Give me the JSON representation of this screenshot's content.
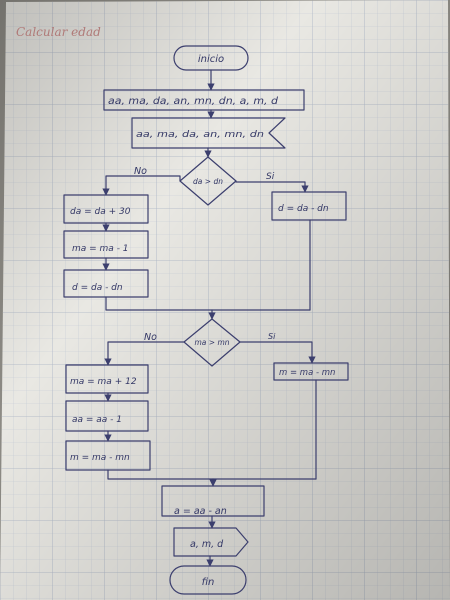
{
  "title": "Calcular edad",
  "start": "inicio",
  "input": "aa, ma, da, an, mn, dn, a, m, d",
  "read": "aa, ma, da, an, mn, dn",
  "decision1": {
    "condition": "da > dn",
    "no_label": "No",
    "yes_label": "Si",
    "no_steps": [
      "da = da + 30",
      "ma = ma - 1",
      "d = da - dn"
    ],
    "yes_step": "d = da - dn"
  },
  "decision2": {
    "condition": "ma > mn",
    "no_label": "No",
    "yes_label": "Si",
    "no_steps": [
      "ma = ma + 12",
      "aa = aa - 1",
      "m = ma - mn"
    ],
    "yes_step": "m = ma - mn"
  },
  "final_calc": "a = aa - an",
  "output": "a, m, d",
  "end": "fin",
  "colors": {
    "paper": "#ebeae6",
    "grid": "#b8c0cf",
    "ink": "#3c3f6e",
    "title_ink": "#b07a78"
  }
}
